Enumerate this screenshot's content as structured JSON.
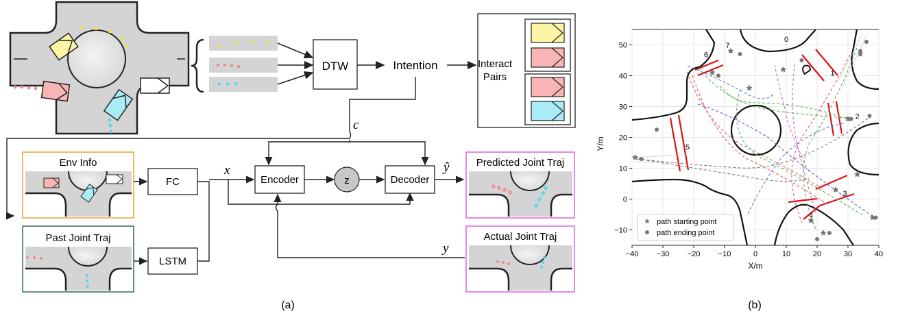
{
  "diagram": {
    "dtw_label": "DTW",
    "intention_label": "Intention",
    "interact_pairs_label": [
      "Interact",
      "Pairs"
    ],
    "env_info_label": "Env Info",
    "past_traj_label": "Past Joint Traj",
    "predicted_traj_label": "Predicted Joint Traj",
    "actual_traj_label": "Actual Joint Traj",
    "fc_label": "FC",
    "lstm_label": "LSTM",
    "encoder_label": "Encoder",
    "decoder_label": "Decoder",
    "z_label": "z",
    "x_symbol": "x",
    "c_symbol": "c",
    "y_symbol": "y",
    "yhat_symbol": "ŷ",
    "caption_a": "(a)",
    "caption_b": "(b)",
    "colors": {
      "env_border": "#f0a030",
      "past_border": "#2f6b5e",
      "pred_border": "#e060e0",
      "actual_border": "#e060e0",
      "vehicle_yellow": "#fdf5a6",
      "vehicle_red": "#f9b4b4",
      "vehicle_cyan": "#a9ecf6",
      "road_gray": "#d4d4d4"
    }
  },
  "chart_data": {
    "type": "scatter",
    "title": "",
    "xlabel": "X/m",
    "ylabel": "Y/m",
    "xlim": [
      -40,
      40
    ],
    "ylim": [
      -15,
      55
    ],
    "xticks": [
      -40,
      -30,
      -20,
      -10,
      0,
      10,
      20,
      30,
      40
    ],
    "yticks": [
      -10,
      0,
      10,
      20,
      30,
      40,
      50
    ],
    "grid": true,
    "legend": {
      "placement": "bottom-left",
      "entries": [
        {
          "label": "path starting point",
          "marker": "star"
        },
        {
          "label": "path ending point",
          "marker": "circle"
        }
      ]
    },
    "zone_labels": [
      {
        "label": "0",
        "x": 10,
        "y": 51
      },
      {
        "label": "1",
        "x": 25,
        "y": 40
      },
      {
        "label": "2",
        "x": 33,
        "y": 26
      },
      {
        "label": "3",
        "x": 29,
        "y": 1
      },
      {
        "label": "4",
        "x": 18,
        "y": -6
      },
      {
        "label": "5",
        "x": -22,
        "y": 16
      },
      {
        "label": "6",
        "x": -16,
        "y": 46
      },
      {
        "label": "7",
        "x": -9,
        "y": 49
      }
    ],
    "start_points": [
      [
        -39,
        13.5
      ],
      [
        -14,
        41
      ],
      [
        -8,
        48
      ],
      [
        9,
        42
      ],
      [
        -2,
        36
      ],
      [
        22,
        -11
      ],
      [
        38,
        -6
      ],
      [
        33,
        8
      ],
      [
        26,
        3
      ],
      [
        18,
        -7
      ],
      [
        30,
        26
      ],
      [
        34,
        47
      ]
    ],
    "end_points": [
      [
        -32,
        22.5
      ],
      [
        -37,
        13
      ],
      [
        -12,
        40
      ],
      [
        -5,
        47
      ],
      [
        15,
        45
      ],
      [
        36,
        51
      ],
      [
        34,
        48
      ],
      [
        37,
        27
      ],
      [
        31,
        26
      ],
      [
        20,
        -13
      ],
      [
        39,
        -6
      ],
      [
        24,
        -11
      ]
    ]
  }
}
